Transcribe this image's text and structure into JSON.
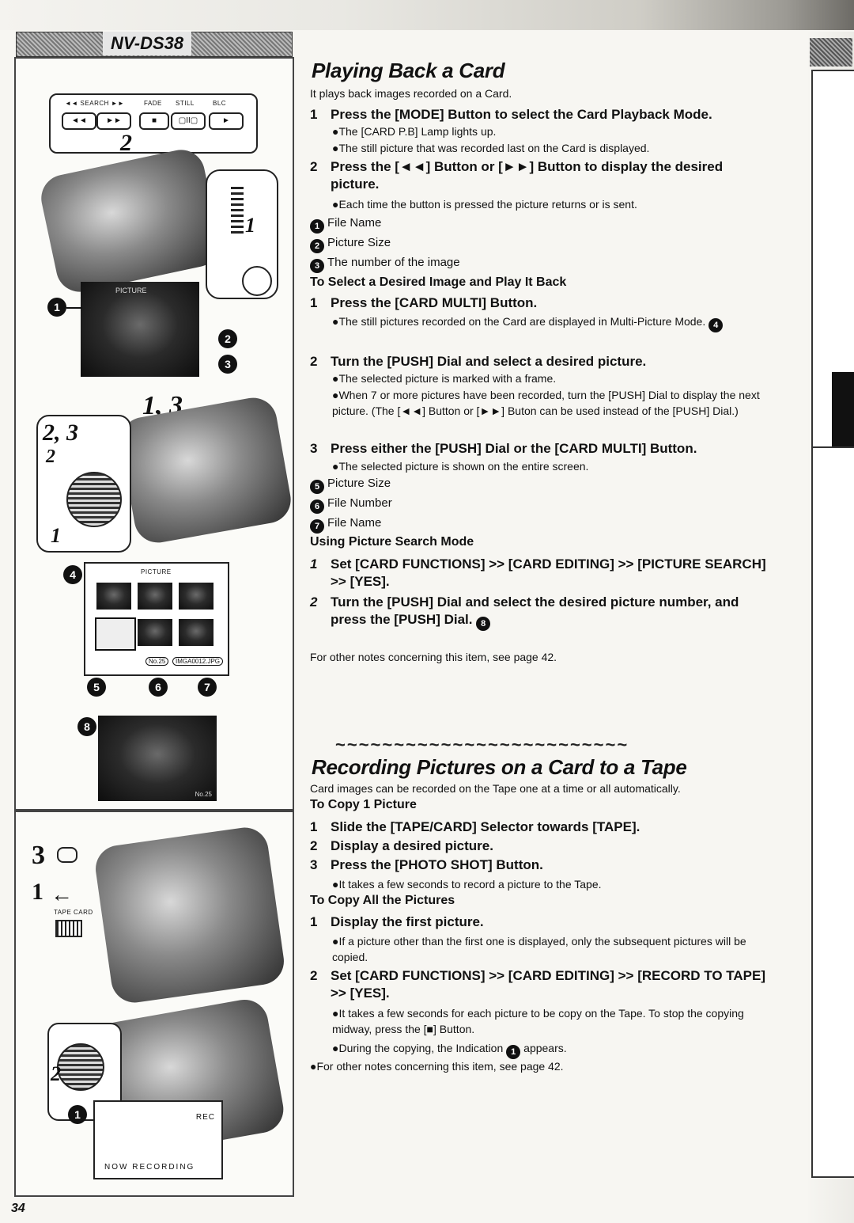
{
  "header": {
    "model": "NV-DS38"
  },
  "page_number": "34",
  "left_panel": {
    "search_label": "◄◄ SEARCH ►►",
    "fade_label": "FADE",
    "still_label": "STILL",
    "blc_label": "BLC",
    "num_2": "2",
    "num_1": "1",
    "num_13": "1, 3",
    "num_23": "2, 3",
    "num_2b": "2",
    "num_1b": "1",
    "circle_1": "1",
    "circle_2": "2",
    "circle_3": "3",
    "circle_4": "4",
    "circle_5": "5",
    "circle_6": "6",
    "circle_7": "7",
    "circle_8": "8",
    "picture_overlay": "PICTURE",
    "multi_header": "PICTURE",
    "multi_no": "No.25",
    "multi_file": "IMGA0012.JPG",
    "photo8_no": "No.25",
    "cam_1_label": "1",
    "cam_3_label": "3",
    "cam_2_label": "2",
    "tape_card": "TAPE CARD",
    "rec_label": "REC",
    "now_recording": "NOW RECORDING",
    "circle_rec": "1"
  },
  "section1": {
    "title": "Playing Back a Card",
    "intro": "It plays back images recorded on a Card.",
    "step1_num": "1",
    "step1": "Press the [MODE] Button to select the Card Playback Mode.",
    "step1_b1": "●The [CARD P.B] Lamp lights up.",
    "step1_b2": "●The still picture that was recorded last on the Card is displayed.",
    "step2_num": "2",
    "step2": "Press the [◄◄] Button or [►►] Button to display the desired picture.",
    "step2_b1": "●Each time the button is pressed the picture returns or is sent.",
    "leg1_num": "1",
    "leg1": "File Name",
    "leg2_num": "2",
    "leg2": "Picture Size",
    "leg3_num": "3",
    "leg3": "The number of the image",
    "sub1": "To Select a Desired Image and Play It Back",
    "s1_num": "1",
    "s1": "Press the [CARD MULTI] Button.",
    "s1_b1": "●The still pictures recorded on the Card are displayed in Multi-Picture Mode.",
    "s1_b1_ref": "4",
    "s2_num": "2",
    "s2": "Turn the [PUSH] Dial and select a desired picture.",
    "s2_b1": "●The selected picture is marked with a frame.",
    "s2_b2": "●When 7 or more pictures have been recorded, turn the [PUSH] Dial to display the next picture. (The [◄◄] Button or [►►] Buton can be used instead of the [PUSH] Dial.)",
    "s3_num": "3",
    "s3": "Press either the [PUSH] Dial or the [CARD MULTI] Button.",
    "s3_b1": "●The selected picture is shown on the entire screen.",
    "leg5_num": "5",
    "leg5": "Picture Size",
    "leg6_num": "6",
    "leg6": "File Number",
    "leg7_num": "7",
    "leg7": "File Name",
    "sub2": "Using Picture Search Mode",
    "p1_num": "1",
    "p1": "Set [CARD FUNCTIONS] >> [CARD EDITING] >> [PICTURE SEARCH] >> [YES].",
    "p2_num": "2",
    "p2": "Turn the [PUSH] Dial and select the desired picture number, and press the [PUSH] Dial.",
    "p2_ref": "8",
    "note": "For other notes concerning this item, see page 42."
  },
  "divider": "~~~~~~~~~~~~~~~~~~~~~~~~~",
  "section2": {
    "title": "Recording Pictures on a Card to a Tape",
    "intro": "Card images can be recorded on the Tape one at a time or all automatically.",
    "sub1": "To Copy 1 Picture",
    "c1_num": "1",
    "c1": "Slide the [TAPE/CARD] Selector towards [TAPE].",
    "c2_num": "2",
    "c2": "Display a desired picture.",
    "c3_num": "3",
    "c3": "Press the [PHOTO SHOT] Button.",
    "c3_b1": "●It takes a few seconds to record a picture to the Tape.",
    "sub2": "To Copy All the Pictures",
    "a1_num": "1",
    "a1": "Display the first picture.",
    "a1_b1": "●If a picture other than the first one is displayed, only the subsequent pictures will be copied.",
    "a2_num": "2",
    "a2": "Set [CARD FUNCTIONS] >> [CARD EDITING] >> [RECORD TO TAPE] >> [YES].",
    "a2_b1": "●It takes a few seconds for each picture to be copy on the Tape. To stop the copying midway, press the [■] Button.",
    "a2_b2_pre": "●During the copying, the Indication",
    "a2_b2_ref": "1",
    "a2_b2_post": "appears.",
    "note": "●For other notes concerning this item, see page 42."
  }
}
